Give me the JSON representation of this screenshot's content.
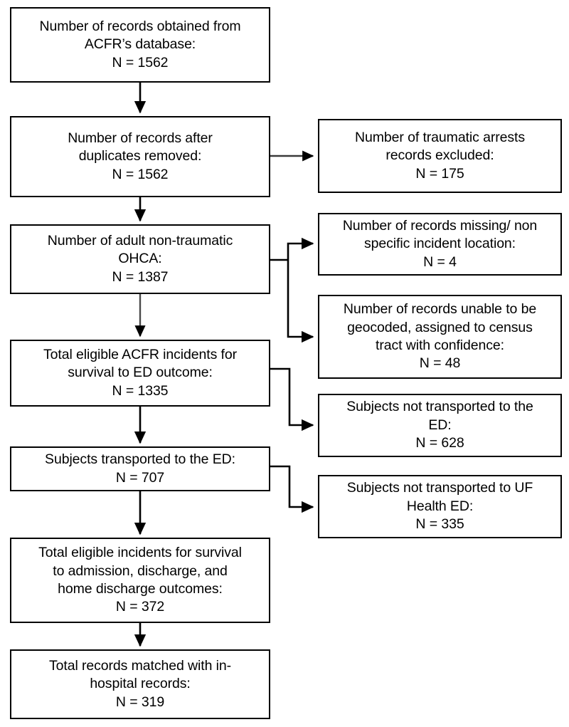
{
  "diagram": {
    "type": "prisma-style-participant-flow-chart",
    "title_text_visible": false,
    "colors": {
      "box_border": "#000000",
      "box_fill": "#ffffff",
      "connector": "#000000",
      "text": "#000000",
      "page_background": "#ffffff"
    },
    "main_flow": [
      {
        "id": "box-records-obtained",
        "label": "Number of records obtained from\nACFR’s database:\nN = 1562",
        "n_label": "N = 1562",
        "count": 1562
      },
      {
        "id": "box-duplicates-removed",
        "label": "Number of records after\nduplicates removed:\nN = 1562",
        "n_label": "N = 1562",
        "count": 1562
      },
      {
        "id": "box-adult-nontraumatic-ohca",
        "label": "Number of adult non-traumatic\nOHCA:\nN = 1387",
        "n_label": "N = 1387",
        "count": 1387
      },
      {
        "id": "box-eligible-acfr-survival-ed",
        "label": "Total eligible ACFR incidents for\nsurvival to ED outcome:\nN = 1335",
        "n_label": "N = 1335",
        "count": 1335
      },
      {
        "id": "box-transported-ed",
        "label": "Subjects transported to the ED:\nN = 707",
        "n_label": "N = 707",
        "count": 707
      },
      {
        "id": "box-eligible-admission-discharge",
        "label": "Total eligible incidents for survival\nto admission, discharge, and\nhome discharge outcomes:\nN = 372",
        "n_label": "N = 372",
        "count": 372
      },
      {
        "id": "box-matched-inhospital",
        "label": "Total records matched with in-\nhospital records:\nN = 319",
        "n_label": "N = 319",
        "count": 319
      }
    ],
    "exclusions": [
      {
        "id": "box-traumatic-arrests-excluded",
        "label": "Number of traumatic arrests\nrecords excluded:\nN = 175",
        "n_label": "N = 175",
        "count": 175
      },
      {
        "id": "box-missing-incident-location",
        "label": "Number of records missing/ non\nspecific incident location:\nN = 4",
        "n_label": "N = 4",
        "count": 4
      },
      {
        "id": "box-unable-geocoded",
        "label": "Number of records unable to be\ngeocoded, assigned to census\ntract with confidence:\nN = 48",
        "n_label": "N = 48",
        "count": 48
      },
      {
        "id": "box-not-transported-ed",
        "label": "Subjects not transported to the\nED:\nN = 628",
        "n_label": "N = 628",
        "count": 628
      },
      {
        "id": "box-not-transported-uf-health",
        "label": "Subjects not transported to UF\nHealth ED:\nN = 335",
        "n_label": "N = 335",
        "count": 335
      }
    ],
    "connectors": [
      {
        "id": "arrow-obtained-to-duplicates",
        "kind": "vertical-arrow",
        "from": "box-records-obtained",
        "to": "box-duplicates-removed"
      },
      {
        "id": "arrow-duplicates-to-traumatic",
        "kind": "horizontal-arrow",
        "from": "box-duplicates-removed",
        "to": "box-traumatic-arrests-excluded"
      },
      {
        "id": "arrow-duplicates-to-ohca",
        "kind": "vertical-arrow",
        "from": "box-duplicates-removed",
        "to": "box-adult-nontraumatic-ohca"
      },
      {
        "id": "arrow-ohca-to-missing-location",
        "kind": "elbow-arrow-up",
        "from": "box-adult-nontraumatic-ohca",
        "to": "box-missing-incident-location"
      },
      {
        "id": "arrow-ohca-to-geocoded",
        "kind": "elbow-arrow-down",
        "from": "box-adult-nontraumatic-ohca",
        "to": "box-unable-geocoded"
      },
      {
        "id": "arrow-ohca-to-eligible-acfr",
        "kind": "vertical-arrow",
        "from": "box-adult-nontraumatic-ohca",
        "to": "box-eligible-acfr-survival-ed"
      },
      {
        "id": "arrow-eligible-acfr-to-not-transported",
        "kind": "elbow-arrow-down",
        "from": "box-eligible-acfr-survival-ed",
        "to": "box-not-transported-ed"
      },
      {
        "id": "arrow-eligible-acfr-to-transported",
        "kind": "vertical-arrow",
        "from": "box-eligible-acfr-survival-ed",
        "to": "box-transported-ed"
      },
      {
        "id": "arrow-transported-to-not-uf-health",
        "kind": "elbow-arrow-down",
        "from": "box-transported-ed",
        "to": "box-not-transported-uf-health"
      },
      {
        "id": "arrow-transported-to-eligible-admission",
        "kind": "vertical-arrow",
        "from": "box-transported-ed",
        "to": "box-eligible-admission-discharge"
      },
      {
        "id": "arrow-eligible-admission-to-matched",
        "kind": "vertical-arrow",
        "from": "box-eligible-admission-discharge",
        "to": "box-matched-inhospital"
      }
    ]
  }
}
